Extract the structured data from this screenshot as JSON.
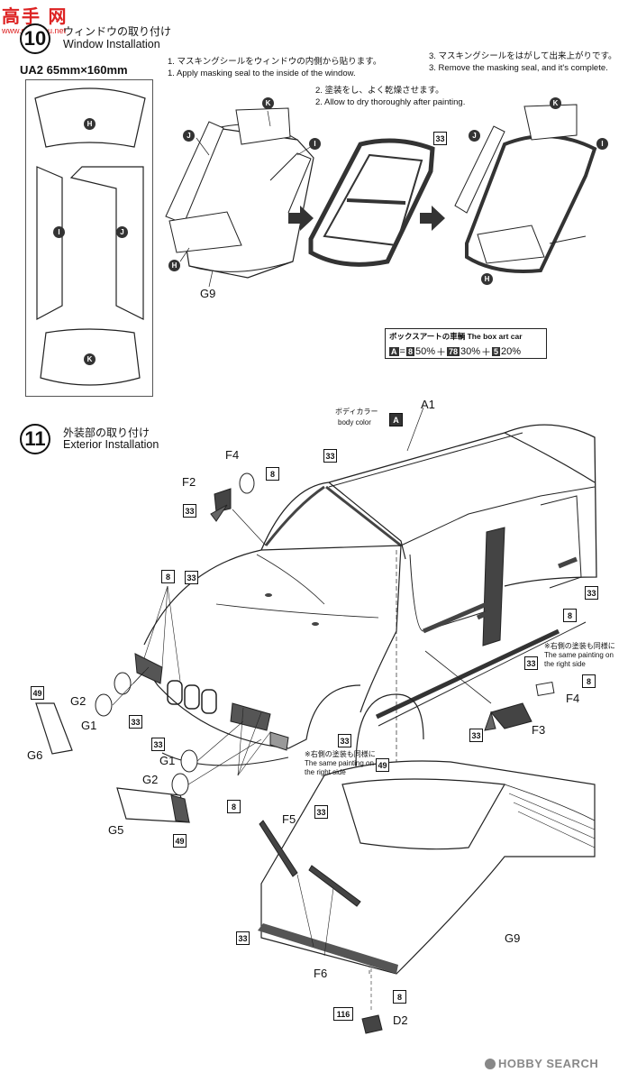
{
  "watermark_top": {
    "text": "高手 网",
    "url": "www.gaoshou.net"
  },
  "step10": {
    "number": "10",
    "title_jp": "ウィンドウの取り付け",
    "title_en": "Window Installation",
    "seal_label": "UA2 65mm×160mm",
    "instr1_jp": "1. マスキングシールをウィンドウの内側から貼ります。",
    "instr1_en": "1. Apply masking seal to the inside of the window.",
    "instr2_jp": "2. 塗装をし、よく乾燥させます。",
    "instr2_en": "2. Allow to dry thoroughly after painting.",
    "instr3_jp": "3. マスキングシールをはがして出来上がりです。",
    "instr3_en": "3. Remove the masking seal, and it's complete.",
    "seal_parts": [
      "H",
      "I",
      "J",
      "K"
    ],
    "part_g9": "G9",
    "paint_33": "33",
    "box_art_title": "ボックスアートの車輌 The box art car",
    "box_art_formula": {
      "a": "A",
      "eq": "=",
      "c1": "8",
      "p1": "50%",
      "plus1": "＋",
      "c2": "78",
      "p2": "30%",
      "plus2": "＋",
      "c3": "5",
      "p3": "20%"
    }
  },
  "step11": {
    "number": "11",
    "title_jp": "外装部の取り付け",
    "title_en": "Exterior Installation",
    "body_color_jp": "ボディカラー",
    "body_color_en": "body color",
    "body_color_code": "A",
    "part_a1": "A1",
    "parts": {
      "f4a": "F4",
      "f2": "F2",
      "f4b": "F4",
      "f3": "F3",
      "g2a": "G2",
      "g1a": "G1",
      "g6": "G6",
      "g1b": "G1",
      "g2b": "G2",
      "g5": "G5",
      "f5": "F5",
      "f6": "F6",
      "g9": "G9",
      "d2": "D2"
    },
    "colors": {
      "c8": "8",
      "c33": "33",
      "c49": "49",
      "c116": "116"
    },
    "note_right_jp": "※右側の塗装も同様に",
    "note_right_en1": "The same painting on",
    "note_right_en2": "the right side"
  },
  "watermark_bottom": "HOBBY SEARCH"
}
